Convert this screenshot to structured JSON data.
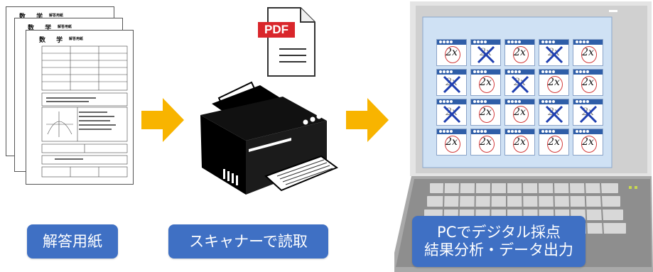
{
  "sheet": {
    "subject": "数 学",
    "form_title": "解答用紙"
  },
  "printer": {
    "pdf_label": "PDF"
  },
  "labels": {
    "step1": "解答用紙",
    "step2": "スキャナーで読取",
    "step3_line1": "PCでデジタル採点",
    "step3_line2": "結果分析・データ出力"
  },
  "grading": {
    "answer": "2x",
    "cells": [
      "ok",
      "x",
      "ok",
      "x",
      "ok",
      "x",
      "ok",
      "x",
      "ok",
      "ok",
      "x",
      "ok",
      "ok",
      "x",
      "x",
      "ok",
      "ok",
      "ok",
      "ok",
      "ok"
    ]
  },
  "colors": {
    "label_bg": "#3f70c4",
    "arrow": "#f8b400",
    "pdf_red": "#d9262b",
    "ring_red": "#d23a3a",
    "cross_blue": "#1f3fb0",
    "tile_header": "#2f5ea8"
  }
}
